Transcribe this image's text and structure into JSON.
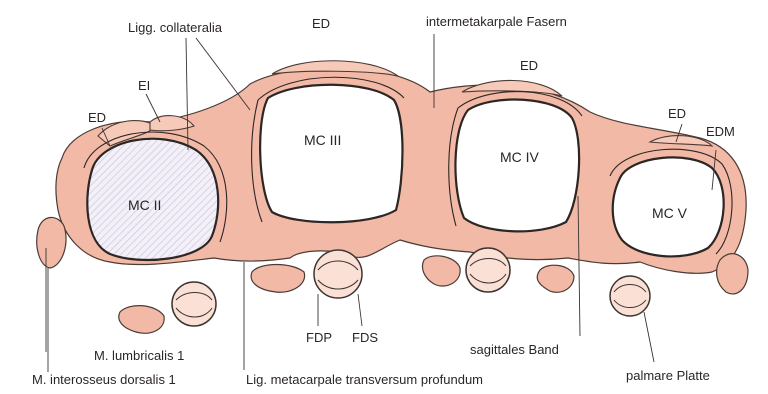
{
  "labels": {
    "ligg_collateralia": "Ligg. collateralia",
    "ed_top": "ED",
    "intermetakarpale": "intermetakarpale Fasern",
    "ed_right": "ED",
    "ei": "EI",
    "ed_left": "ED",
    "ed_far_right": "ED",
    "edm": "EDM",
    "mc2": "MC II",
    "mc3": "MC III",
    "mc4": "MC IV",
    "mc5": "MC V",
    "fdp": "FDP",
    "fds": "FDS",
    "sagittales_band": "sagittales Band",
    "lumbricalis": "M. lumbricalis 1",
    "interosseus": "M. interosseus dorsalis 1",
    "lig_metacarpale": "Lig. metacarpale transversum profundum",
    "palmare_platte": "palmare Platte"
  },
  "colors": {
    "soft_tissue": "#f2b9a6",
    "outline": "#2c2624",
    "bone": "#ffffff",
    "bone_hatch": "#c9c2e0"
  }
}
